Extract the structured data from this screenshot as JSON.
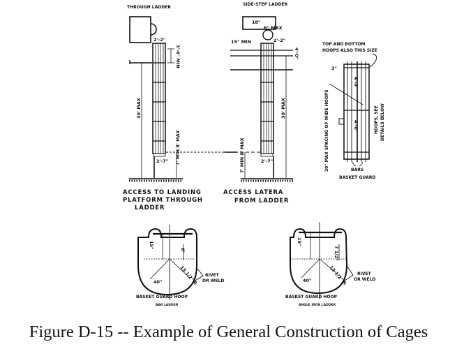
{
  "caption": "Figure D-15 -- Example of General Construction of Cages",
  "through_ladder": {
    "title": "THROUGH LADDER",
    "dim_top_width": "2'-2\"",
    "dim_top_height": "3'-6\" MIN",
    "dim_height": "30' MAX",
    "dim_bottom_offset": "2'-7\"",
    "dim_bottom_clear": "7' MIN 8' MAX",
    "label_lines": [
      "ACCESS TO LANDING",
      "PLATFORM THROUGH",
      "LADDER"
    ]
  },
  "side_step_ladder": {
    "title": "SIDE-STEP LADDER",
    "dim_18": "18\"",
    "dim_6max": "6\" MAX",
    "dim_15min": "15\" MIN",
    "dim_top_width": "2'-2\"",
    "dim_top_height": "4'-0\"",
    "dim_height": "30' MAX",
    "dim_bottom_offset": "2'-7\"",
    "dim_bottom_clear": "7' MIN 8' MAX",
    "label_lines": [
      "ACCESS LATERA",
      "FROM LADDER"
    ]
  },
  "basket_guard": {
    "note_lines": [
      "TOP AND BOTTOM",
      "HOOPS ALSO THIS SIZE"
    ],
    "dim_top": "3\"",
    "dim_spacing_1": "4'-0\"",
    "dim_spacing_2": "4'-0\"",
    "side_note": "20\" MAX SPACING OF WIDE HOOPS",
    "hoops_note_lines": [
      "HOOPS, SEE",
      "DETAILS BELOW"
    ],
    "bars_label": "BARS",
    "title": "BASKET GUARD"
  },
  "hoop_bar_ladder": {
    "dim_a": "15\"",
    "dim_b": "6\"",
    "dim_radius": "13 1/2\" R",
    "dim_angle": "40\"",
    "rivet_lines": [
      "RIVET",
      "OR WELD"
    ],
    "title": "BASKET GUARD HOOP",
    "subtitle": "BAR LADDER"
  },
  "hoop_angle_iron": {
    "dim_a": "15\"",
    "dim_b": "7 1/2\"",
    "dim_radius": "13 1/2\" R",
    "dim_angle": "40\"",
    "rivet_lines": [
      "RIVET",
      "OR WELD"
    ],
    "title": "BASKET GUARD HOOP",
    "subtitle": "ANGLE IRON LADDER"
  }
}
